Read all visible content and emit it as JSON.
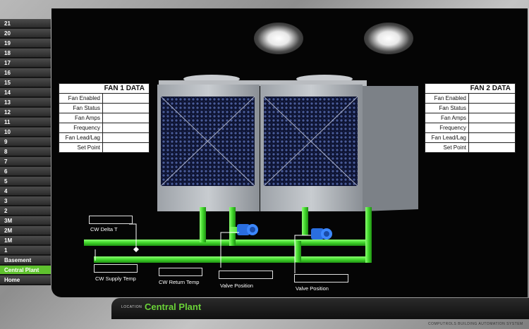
{
  "floors": [
    "21",
    "20",
    "19",
    "18",
    "17",
    "16",
    "15",
    "14",
    "13",
    "12",
    "11",
    "10",
    "9",
    "8",
    "7",
    "6",
    "5",
    "4",
    "3",
    "2",
    "3M",
    "2M",
    "1M",
    "1",
    "Basement",
    "Central Plant",
    "Home"
  ],
  "active_floor": "Central Plant",
  "fan1": {
    "title": "FAN 1 DATA",
    "rows": [
      "Fan Enabled",
      "Fan Status",
      "Fan Amps",
      "Frequency",
      "Fan Lead/Lag",
      "Set Point"
    ]
  },
  "fan2": {
    "title": "FAN 2 DATA",
    "rows": [
      "Fan Enabled",
      "Fan Status",
      "Fan Amps",
      "Frequency",
      "Fan Lead/Lag",
      "Set Point"
    ]
  },
  "plant": {
    "cw_delta_t": "CW Delta T",
    "cw_supply_temp": "CW Supply Temp",
    "cw_return_temp": "CW Return Temp",
    "valve_position_1": "Valve Position",
    "valve_position_2": "Valve Position"
  },
  "location": {
    "tag": "LOCATION",
    "name": "Central Plant"
  },
  "footer": {
    "brand": "COMPUTROLS BUILDING AUTOMATION SYSTEM"
  },
  "colors": {
    "pipe": "#3fd62a",
    "active_floor": "#5fc12e",
    "location_text": "#6ad238",
    "pump": "#2a6ee0"
  }
}
